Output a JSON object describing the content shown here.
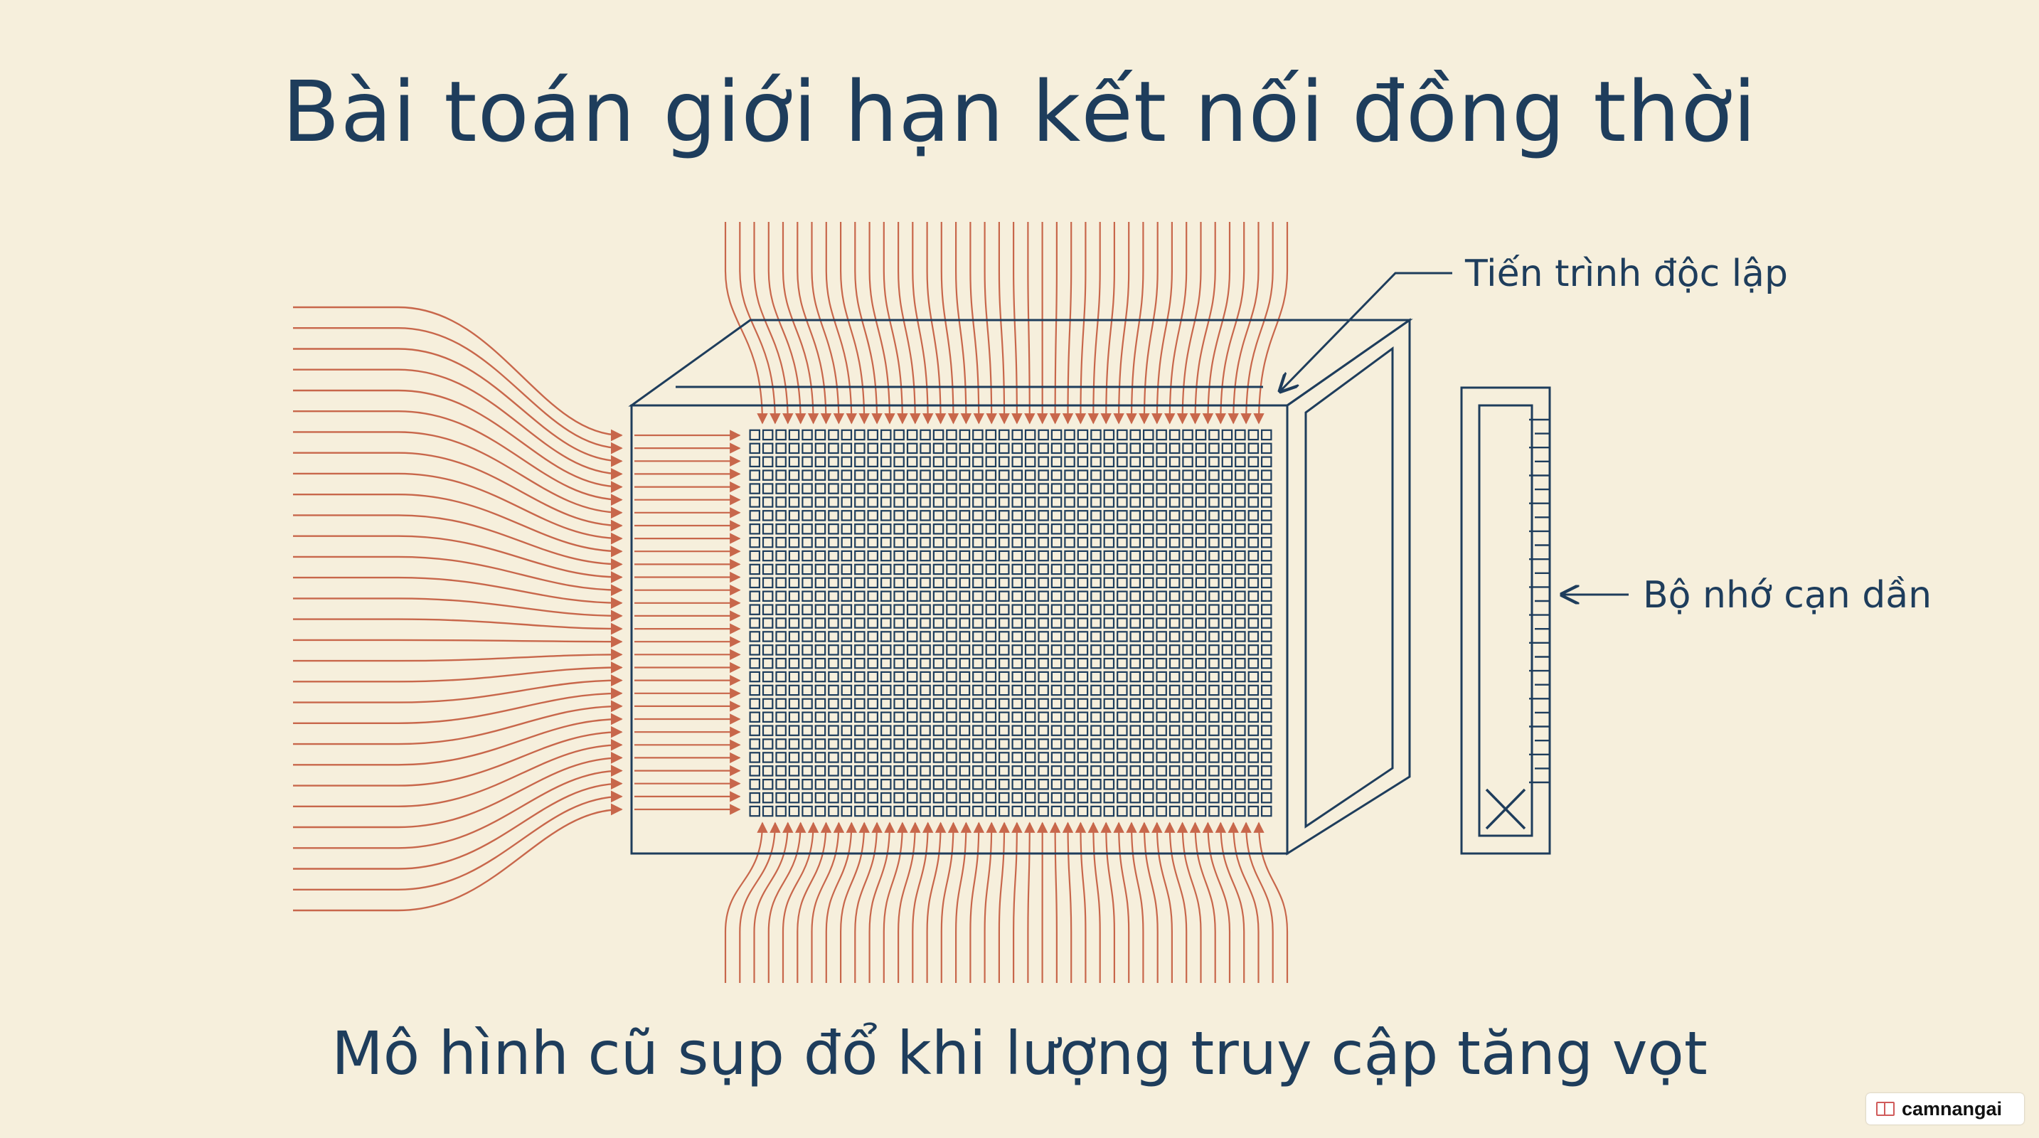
{
  "title": "Bài toán giới hạn kết nối đồng thời",
  "subtitle": "Mô hình cũ sụp đổ khi lượng truy cập tăng vọt",
  "labels": {
    "process": "Tiến trình độc lập",
    "memory": "Bộ nhớ cạn dần"
  },
  "watermark": {
    "text": "camnangai",
    "icon": "book-icon"
  },
  "colors": {
    "background": "#f6efdc",
    "ink": "#1e3d5c",
    "connection": "#c8674b"
  },
  "diagram": {
    "grid_columns": 40,
    "grid_rows": 29,
    "left_arrow_count": 30,
    "top_arrow_count": 40,
    "bottom_arrow_count": 40,
    "memory_ticks": 27
  }
}
